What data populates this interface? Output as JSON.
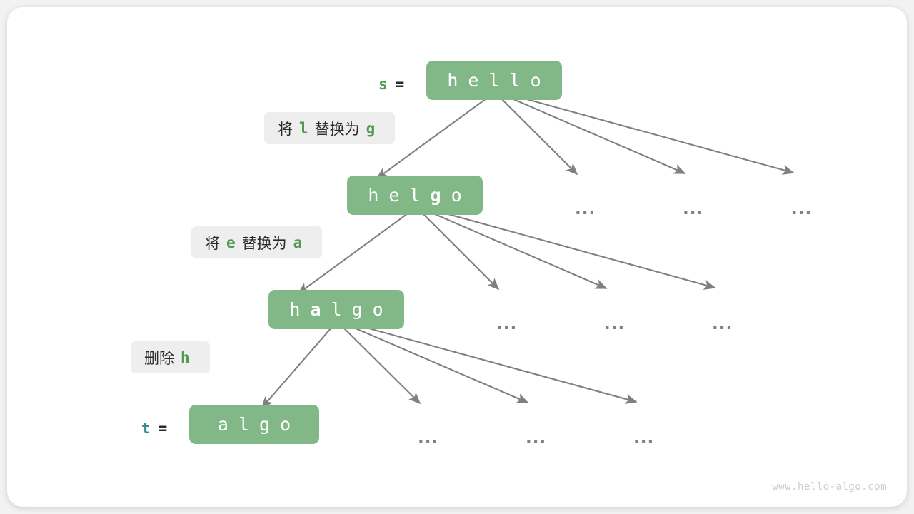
{
  "diagram": {
    "title": "edit-distance-dp-tree",
    "watermark": "www.hello-algo.com",
    "colors": {
      "node_fill": "#82b887",
      "node_text": "#ffffff",
      "chip_bg": "#eeeeee",
      "chip_text": "#2b2b2b",
      "accent_green": "#4e9a4e",
      "accent_teal": "#2e8b87",
      "arrow": "#808080",
      "dots": "#808080",
      "card_bg": "#ffffff",
      "page_bg": "#f2f2f2"
    },
    "levels": [
      {
        "id": "level-0",
        "var": {
          "name": "s",
          "eq": "=",
          "color": "#4e9a4e"
        },
        "node": {
          "id": "node-hello",
          "chars": [
            {
              "c": "h",
              "highlight": false
            },
            {
              "c": "e",
              "highlight": false
            },
            {
              "c": "l",
              "highlight": false
            },
            {
              "c": "l",
              "highlight": false
            },
            {
              "c": "o",
              "highlight": false
            }
          ],
          "text": "hello"
        },
        "siblings_ellipsis": [
          "...",
          "...",
          "..."
        ],
        "branch_count": 4
      },
      {
        "id": "level-1",
        "operation": {
          "id": "op-replace-l-g",
          "prefix": "将",
          "from": "l",
          "middle": "替换为",
          "to": "g",
          "text": "将 l 替换为 g"
        },
        "node": {
          "id": "node-helgo",
          "chars": [
            {
              "c": "h",
              "highlight": false
            },
            {
              "c": "e",
              "highlight": false
            },
            {
              "c": "l",
              "highlight": false
            },
            {
              "c": "g",
              "highlight": true
            },
            {
              "c": "o",
              "highlight": false
            }
          ],
          "text": "helgo"
        },
        "siblings_ellipsis": [
          "...",
          "...",
          "..."
        ],
        "branch_count": 4
      },
      {
        "id": "level-2",
        "operation": {
          "id": "op-replace-e-a",
          "prefix": "将",
          "from": "e",
          "middle": "替换为",
          "to": "a",
          "text": "将 e 替换为 a"
        },
        "node": {
          "id": "node-halgo",
          "chars": [
            {
              "c": "h",
              "highlight": false
            },
            {
              "c": "a",
              "highlight": true
            },
            {
              "c": "l",
              "highlight": false
            },
            {
              "c": "g",
              "highlight": false
            },
            {
              "c": "o",
              "highlight": false
            }
          ],
          "text": "halgo"
        },
        "siblings_ellipsis": [
          "...",
          "...",
          "..."
        ],
        "branch_count": 4
      },
      {
        "id": "level-3",
        "operation": {
          "id": "op-delete-h",
          "prefix": "删除",
          "from": "h",
          "middle": "",
          "to": "",
          "text": "删除 h"
        },
        "var": {
          "name": "t",
          "eq": "=",
          "color": "#2e8b87"
        },
        "node": {
          "id": "node-algo",
          "chars": [
            {
              "c": "a",
              "highlight": false
            },
            {
              "c": "l",
              "highlight": false
            },
            {
              "c": "g",
              "highlight": false
            },
            {
              "c": "o",
              "highlight": false
            }
          ],
          "text": "algo"
        },
        "siblings_ellipsis": [
          "...",
          "...",
          "..."
        ]
      }
    ]
  }
}
